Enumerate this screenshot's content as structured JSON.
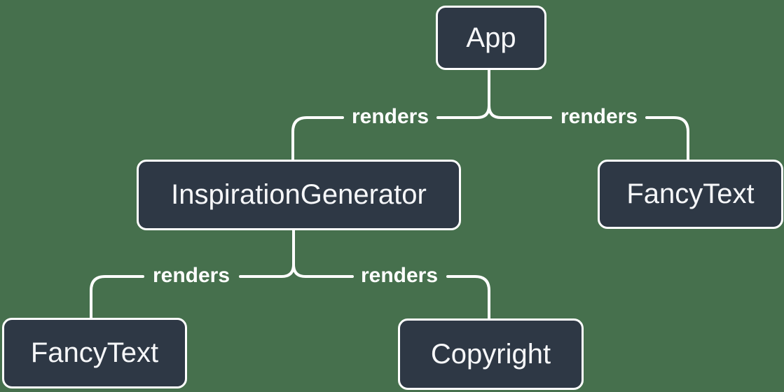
{
  "diagram_type": "component-render-tree",
  "colors": {
    "background": "#46704d",
    "node_fill": "#2e3845",
    "node_border": "#ffffff",
    "connector_line": "#ffffff",
    "node_text": "#f6f7f9",
    "edge_label_text": "#ffffff"
  },
  "nodes": [
    {
      "id": "app",
      "label": "App"
    },
    {
      "id": "inspiration-generator",
      "label": "InspirationGenerator"
    },
    {
      "id": "fancy-text-top",
      "label": "FancyText"
    },
    {
      "id": "fancy-text-bottom",
      "label": "FancyText"
    },
    {
      "id": "copyright",
      "label": "Copyright"
    }
  ],
  "edges": [
    {
      "from": "App",
      "to": "InspirationGenerator",
      "label": "renders"
    },
    {
      "from": "App",
      "to": "FancyText",
      "label": "renders"
    },
    {
      "from": "InspirationGenerator",
      "to": "FancyText",
      "label": "renders"
    },
    {
      "from": "InspirationGenerator",
      "to": "Copyright",
      "label": "renders"
    }
  ]
}
